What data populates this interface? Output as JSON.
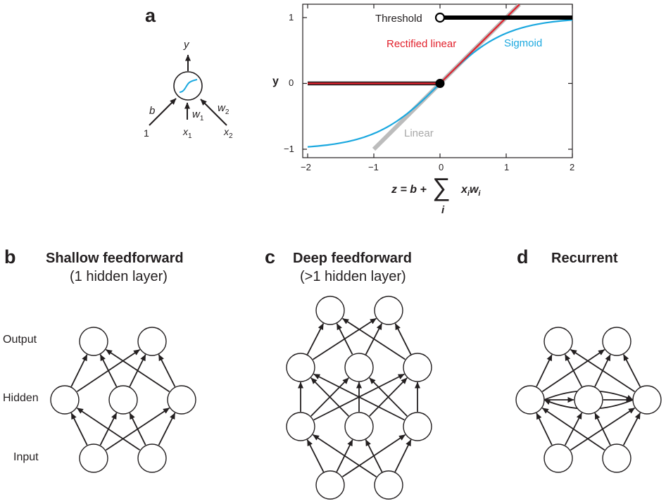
{
  "panels": {
    "a": {
      "letter": "a",
      "neuron": {
        "output_label": "y",
        "bias_weight": "b",
        "bias_input": "1",
        "weight1": "w",
        "weight1_sub": "1",
        "input1": "x",
        "input1_sub": "1",
        "weight2": "w",
        "weight2_sub": "2",
        "input2": "x",
        "input2_sub": "2"
      },
      "formula": {
        "lhs": "z = b +",
        "sum_index": "i",
        "term_x": "x",
        "term_x_sub": "i",
        "term_w": "w",
        "term_w_sub": "i"
      }
    },
    "b": {
      "letter": "b",
      "title": "Shallow feedforward",
      "subtitle": "(1 hidden layer)"
    },
    "c": {
      "letter": "c",
      "title": "Deep feedforward",
      "subtitle": "(>1 hidden layer)"
    },
    "d": {
      "letter": "d",
      "title": "Recurrent"
    }
  },
  "layer_labels": {
    "output": "Output",
    "hidden": "Hidden",
    "input": "Input"
  },
  "chart_data": {
    "type": "line",
    "xlabel": "z = b + Σ_i x_i w_i",
    "ylabel": "y",
    "xlim": [
      -2,
      2
    ],
    "ylim": [
      -1.1,
      1.1
    ],
    "xticks": [
      "−2",
      "−1",
      "0",
      "1",
      "2"
    ],
    "yticks": [
      "−1",
      "0",
      "1"
    ],
    "grid": false,
    "series": [
      {
        "name": "Threshold",
        "color": "#000000",
        "x": [
          -2,
          0,
          0,
          2
        ],
        "y": [
          0,
          0,
          1,
          1
        ]
      },
      {
        "name": "Rectified linear",
        "color": "#e2212c",
        "x": [
          -2,
          0,
          1.2
        ],
        "y": [
          0,
          0,
          1.2
        ]
      },
      {
        "name": "Sigmoid",
        "color": "#1ba8df",
        "function": "tanh"
      },
      {
        "name": "Linear",
        "color": "#bcbcbc",
        "x": [
          -1,
          1.2
        ],
        "y": [
          -1,
          1.2
        ]
      }
    ]
  },
  "colors": {
    "threshold": "#000000",
    "relu": "#e2212c",
    "sigmoid": "#1ba8df",
    "linear": "#bcbcbc",
    "ink": "#231f20"
  }
}
